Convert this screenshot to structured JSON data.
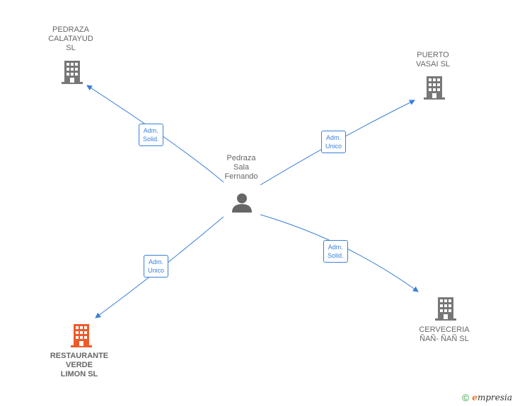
{
  "center": {
    "label": "Pedraza\nSala\nFernando"
  },
  "companies": [
    {
      "id": "pedraza",
      "label": "PEDRAZA\nCALATAYUD\nSL",
      "highlight": false
    },
    {
      "id": "puerto",
      "label": "PUERTO\nVASAI  SL",
      "highlight": false
    },
    {
      "id": "restaurante",
      "label": "RESTAURANTE\nVERDE\nLIMON  SL",
      "highlight": true
    },
    {
      "id": "cerveceria",
      "label": "CERVECERIA\nÑAÑ- ÑAÑ SL",
      "highlight": false
    }
  ],
  "relations": [
    {
      "to": "pedraza",
      "label": "Adm.\nSolid."
    },
    {
      "to": "puerto",
      "label": "Adm.\nUnico"
    },
    {
      "to": "restaurante",
      "label": "Adm.\nUnico"
    },
    {
      "to": "cerveceria",
      "label": "Adm.\nSolid."
    }
  ],
  "colors": {
    "edge": "#3b7fd8",
    "building": "#777777",
    "building_highlight": "#f05a28",
    "person": "#666666"
  },
  "footer": {
    "copyright": "©",
    "brand_initial": "e",
    "brand_rest": "mpresia"
  }
}
